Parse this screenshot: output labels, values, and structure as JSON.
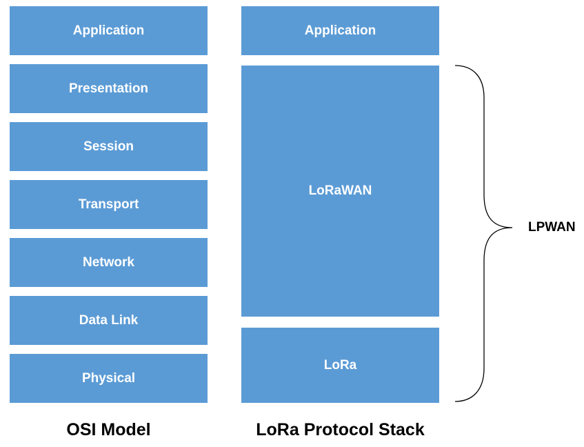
{
  "colors": {
    "layer_fill": "#5b9bd5",
    "layer_text": "#ffffff",
    "caption_text": "#000000"
  },
  "osi": {
    "caption": "OSI Model",
    "layers": [
      "Application",
      "Presentation",
      "Session",
      "Transport",
      "Network",
      "Data Link",
      "Physical"
    ]
  },
  "lora": {
    "caption": "LoRa Protocol Stack",
    "layers": [
      "Application",
      "LoRaWAN",
      "LoRa"
    ]
  },
  "bracket": {
    "label": "LPWAN"
  }
}
